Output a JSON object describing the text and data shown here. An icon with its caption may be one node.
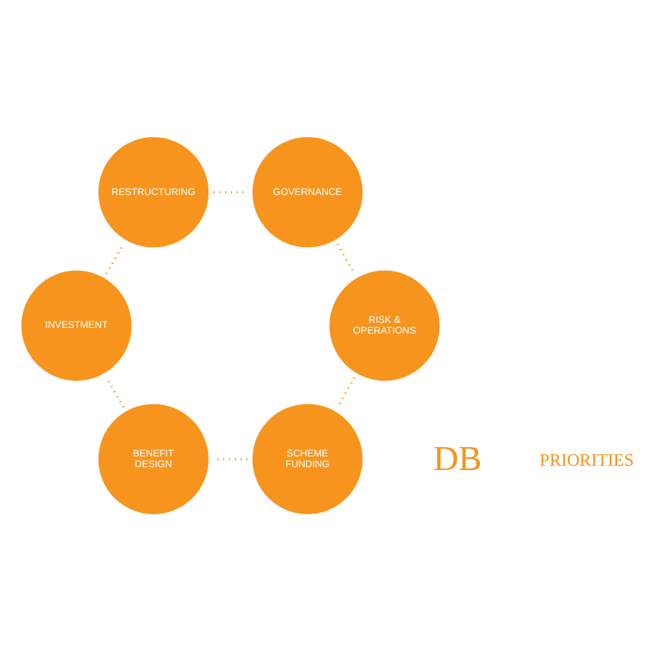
{
  "diagram": {
    "nodes": [
      {
        "text": [
          "SCHEME FUNDING"
        ]
      },
      {
        "text": [
          "RISK & OPERATIONS"
        ]
      },
      {
        "text": [
          "BENEFIT DESIGN"
        ]
      },
      {
        "text": [
          "GOVERNANCE"
        ]
      },
      {
        "text": [
          "INVESTMENT"
        ]
      },
      {
        "text": [
          "RESTRUCTURING"
        ]
      }
    ],
    "edges": [
      {
        "from": 0,
        "to": 2,
        "arrow": "none",
        "style": "dashed"
      },
      {
        "from": 2,
        "to": 4,
        "arrow": "none",
        "style": "dashed"
      },
      {
        "from": 4,
        "to": 5,
        "arrow": "none",
        "style": "dashed"
      },
      {
        "from": 5,
        "to": 3,
        "arrow": "none",
        "style": "dashed"
      },
      {
        "from": 3,
        "to": 1,
        "arrow": "none",
        "style": "dashed"
      },
      {
        "from": 1,
        "to": 0,
        "arrow": "none",
        "style": "dashed"
      }
    ],
    "labels": [
      "DB",
      "PRIORITIES"
    ]
  }
}
